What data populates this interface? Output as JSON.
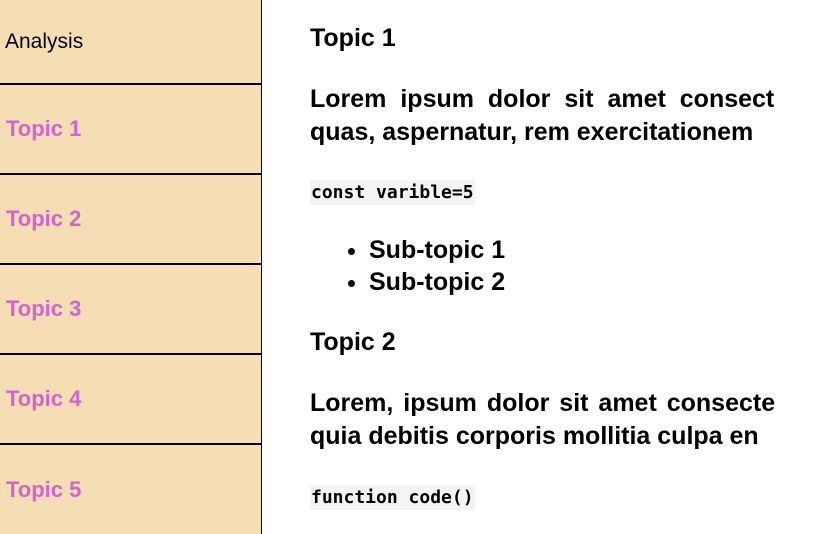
{
  "sidebar": {
    "header": "Analysis",
    "items": [
      {
        "label": "Topic 1"
      },
      {
        "label": "Topic 2"
      },
      {
        "label": "Topic 3"
      },
      {
        "label": "Topic 4"
      },
      {
        "label": "Topic 5"
      }
    ],
    "colors": {
      "background": "#f5deb3",
      "link": "#d163d6"
    }
  },
  "main": {
    "sections": [
      {
        "title": "Topic 1",
        "paragraph_lines": [
          "Lorem ipsum dolor sit amet consect",
          "quas, aspernatur, rem exercitationem"
        ],
        "code": "const varible=5",
        "subtopics": [
          "Sub-topic 1",
          "Sub-topic 2"
        ]
      },
      {
        "title": "Topic 2",
        "paragraph_lines": [
          "Lorem, ipsum dolor sit amet consecte",
          "quia debitis corporis mollitia culpa en"
        ],
        "code": "function code()"
      }
    ]
  }
}
